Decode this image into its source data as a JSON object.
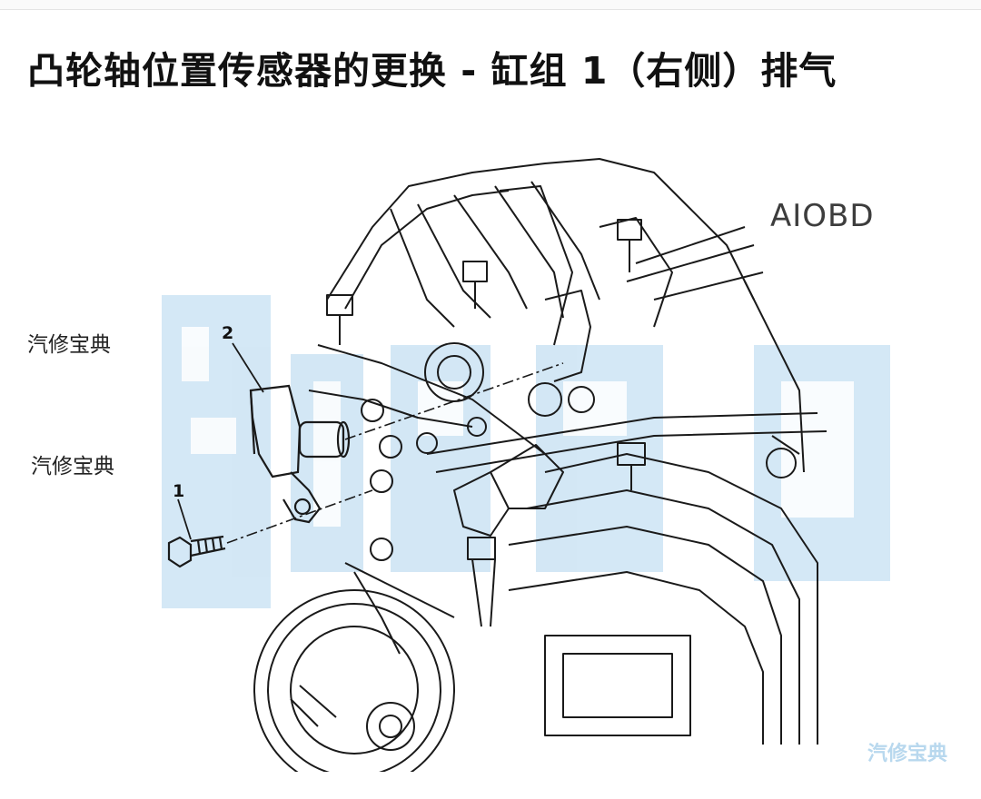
{
  "page": {
    "title": "凸轮轴位置传感器的更换 - 缸组 1（右侧）排气"
  },
  "figure": {
    "watermark_side_1": "汽修宝典",
    "watermark_side_2": "汽修宝典",
    "watermark_aiobd": "AIOBD",
    "callout_1": "1",
    "callout_2": "2",
    "logo_corner": "汽修宝典",
    "colors": {
      "line": "#1a1a1a",
      "watermark_blue": "#cfe5f5"
    }
  }
}
